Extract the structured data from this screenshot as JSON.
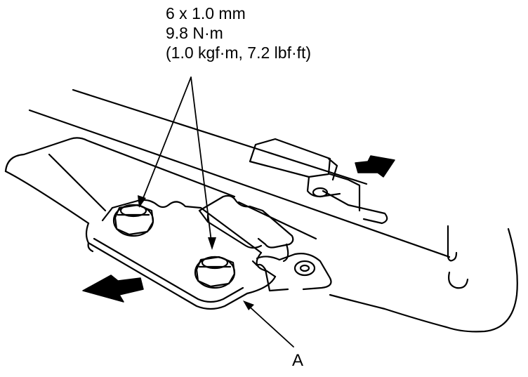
{
  "torque_spec": {
    "bolt_size": "6 x 1.0 mm",
    "torque_nm": "9.8 N·m",
    "torque_alt": "(1.0 kgf·m, 7.2 lbf·ft)"
  },
  "callouts": {
    "part_a": "A"
  },
  "icons": [
    "bolt-icon",
    "arrow-icon"
  ],
  "colors": {
    "ink": "#000000",
    "paper": "#ffffff"
  }
}
